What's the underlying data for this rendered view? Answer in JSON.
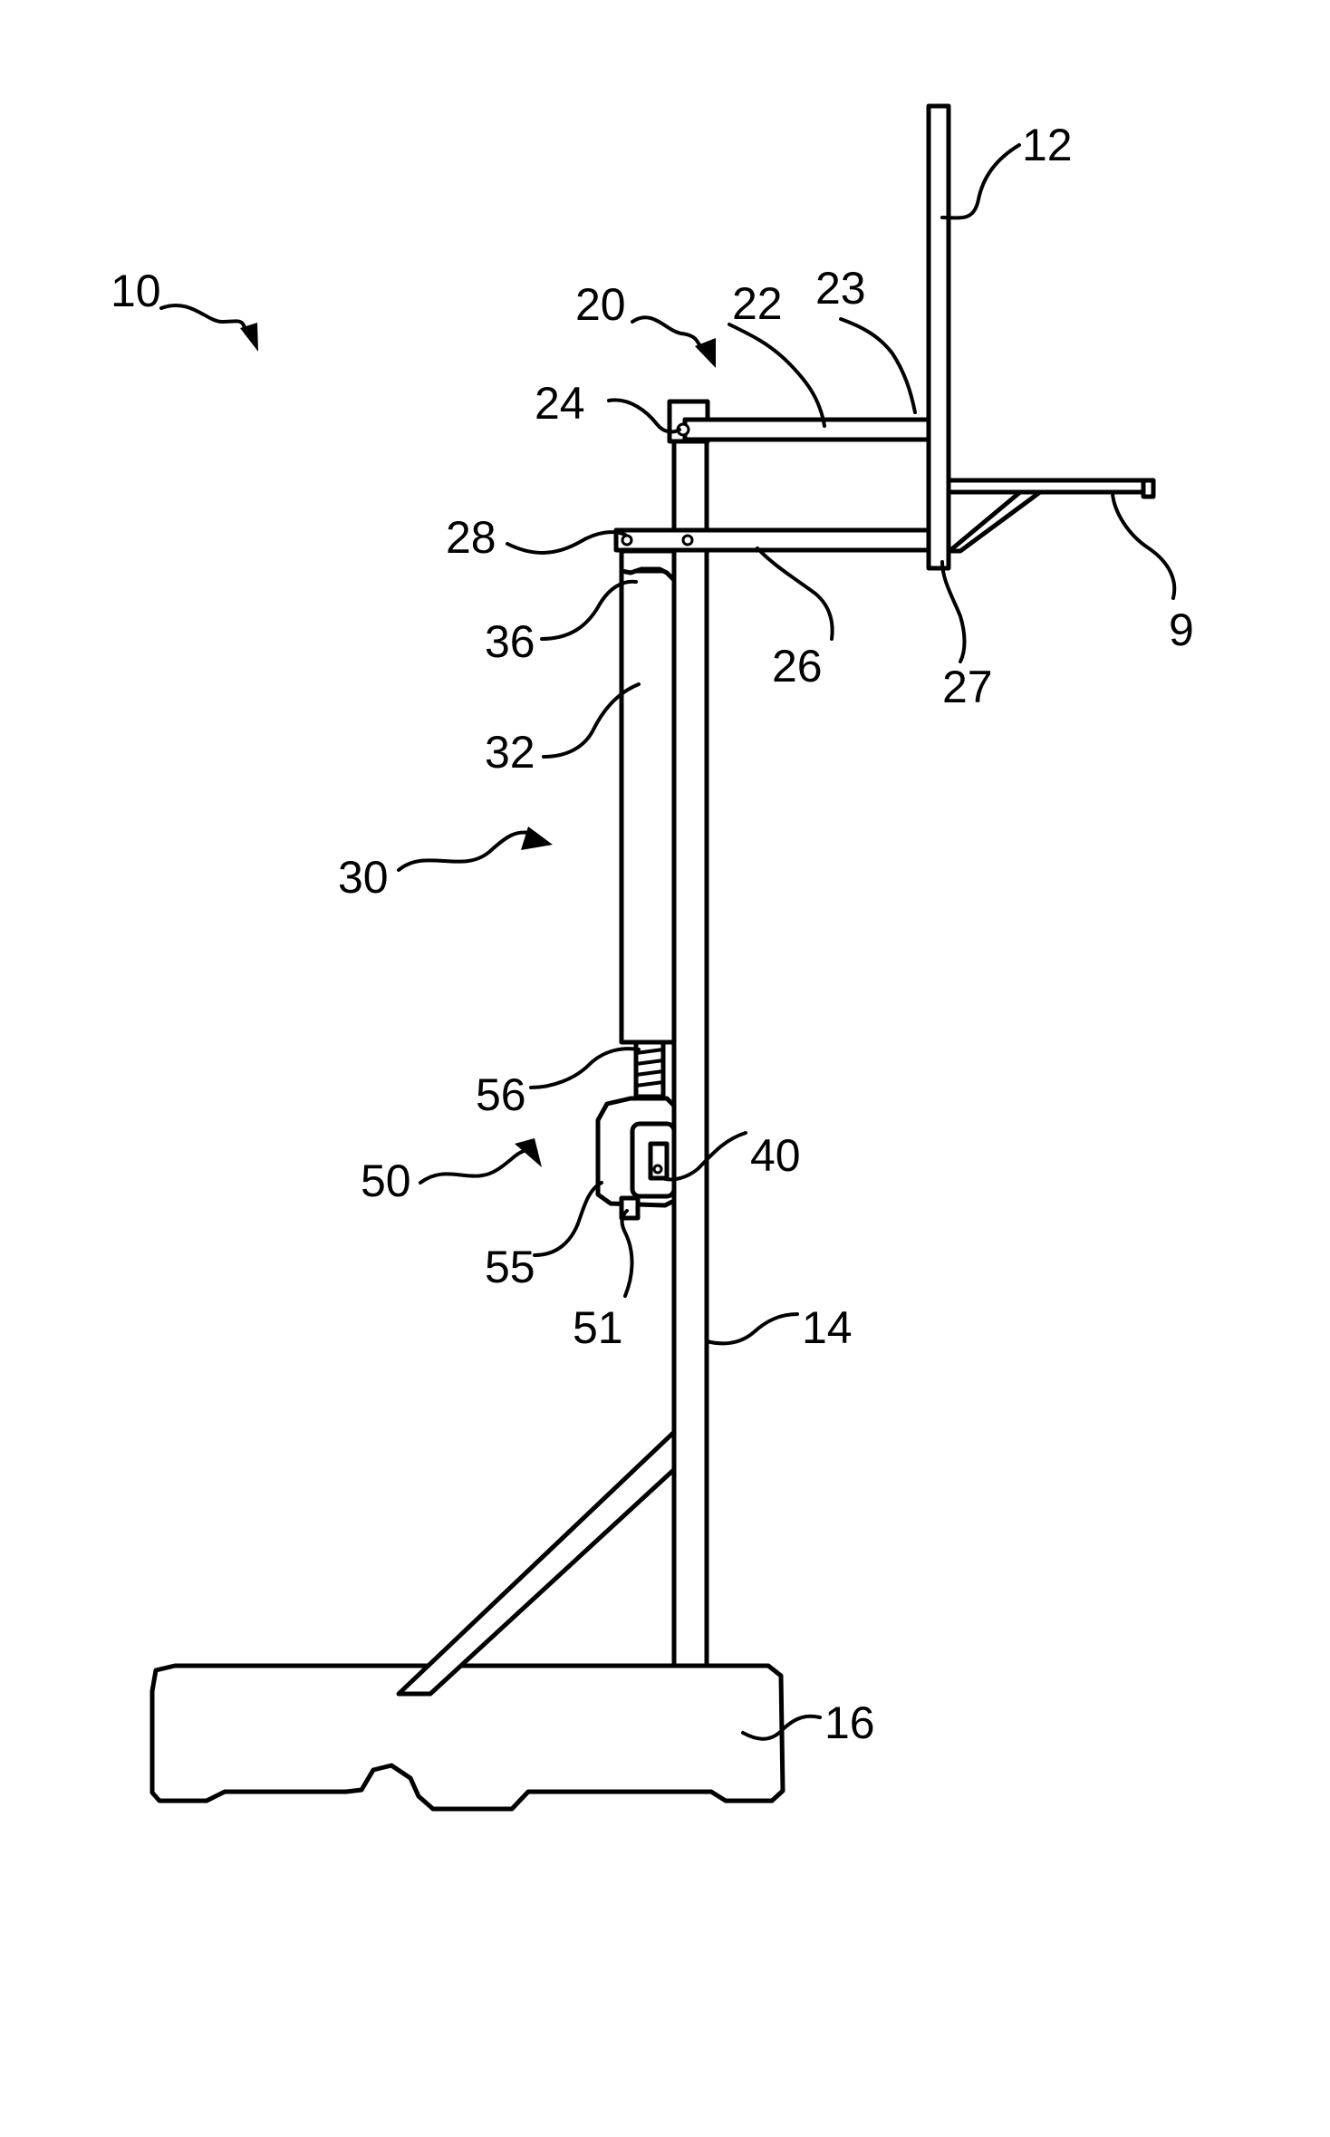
{
  "figure": {
    "labels": {
      "assembly": "10",
      "backboard": "12",
      "pole": "14",
      "base": "16",
      "rim": "9",
      "linkage": "20",
      "upper_arm": "22",
      "upper_arm_front_pivot": "23",
      "upper_arm_rear_pivot": "24",
      "lower_arm": "26",
      "lower_arm_front_pivot": "27",
      "lower_arm_rear_pivot": "28",
      "height_adjuster": "30",
      "cylinder": "32",
      "cylinder_top": "36",
      "actuator": "50",
      "actuator_housing": "55",
      "spring": "56",
      "handle": "51",
      "lock": "40"
    }
  }
}
